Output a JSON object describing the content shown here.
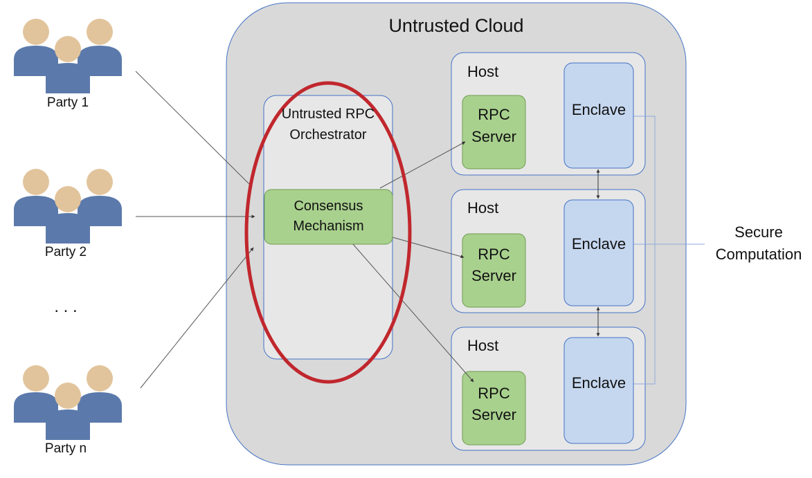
{
  "cloud": {
    "title": "Untrusted Cloud"
  },
  "parties": [
    {
      "label": "Party 1"
    },
    {
      "label": "Party 2"
    },
    {
      "label": "Party n"
    }
  ],
  "ellipsis": ". . .",
  "orchestrator": {
    "title_line1": "Untrusted RPC",
    "title_line2": "Orchestrator",
    "consensus_line1": "Consensus",
    "consensus_line2": "Mechanism"
  },
  "hosts": [
    {
      "title": "Host",
      "rpc_line1": "RPC",
      "rpc_line2": "Server",
      "enclave": "Enclave"
    },
    {
      "title": "Host",
      "rpc_line1": "RPC",
      "rpc_line2": "Server",
      "enclave": "Enclave"
    },
    {
      "title": "Host",
      "rpc_line1": "RPC",
      "rpc_line2": "Server",
      "enclave": "Enclave"
    }
  ],
  "secure_computation": {
    "line1": "Secure",
    "line2": "Computation"
  },
  "colors": {
    "cloud_fill": "#d9d9d9",
    "box_stroke": "#4472c4",
    "host_fill": "#e7e7e7",
    "green_fill": "#a9d18e",
    "green_stroke": "#6e9b4f",
    "enclave_fill": "#c5d7ef",
    "highlight": "#c0272d",
    "person_body": "#5b7aab",
    "person_head": "#e2c49c"
  }
}
